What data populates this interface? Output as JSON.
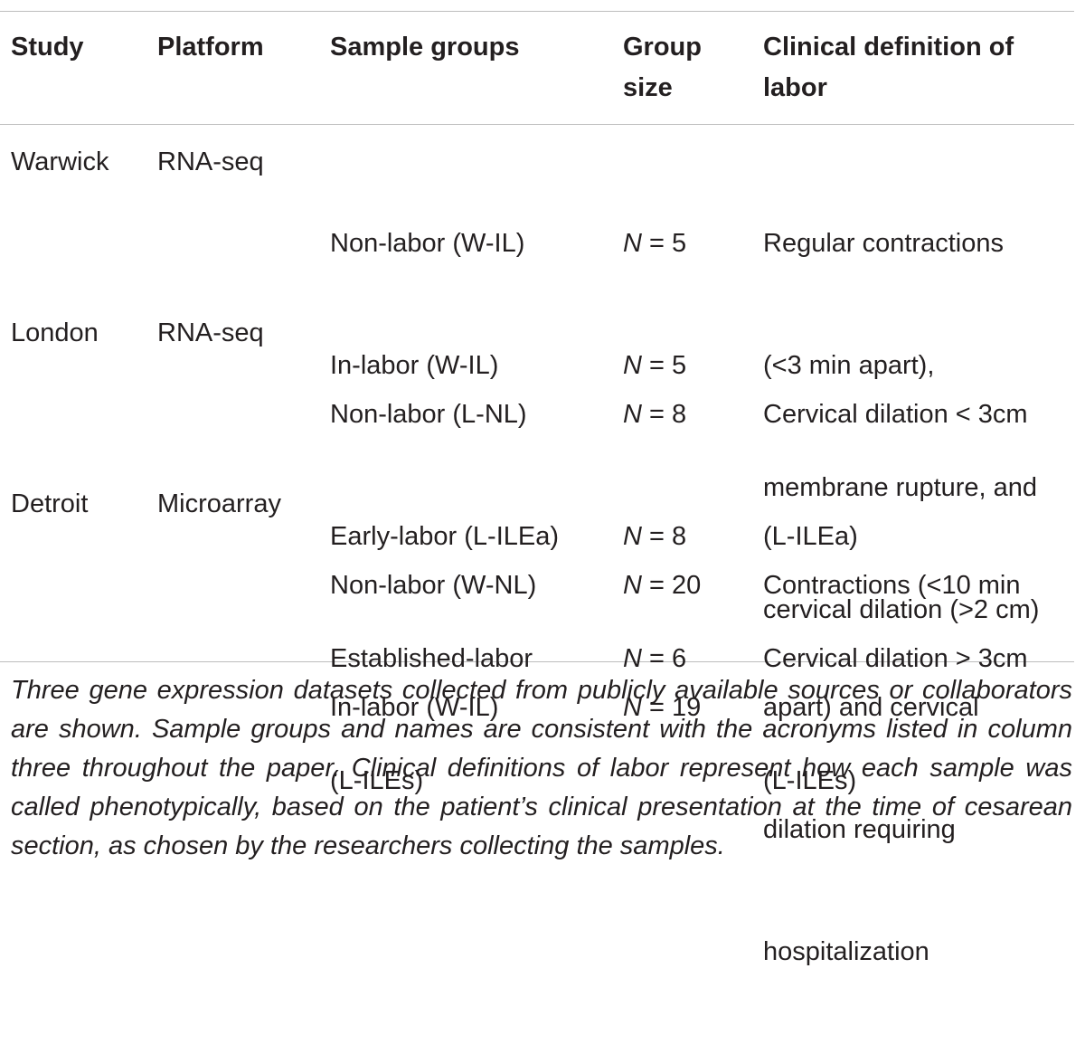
{
  "headers": {
    "study": "Study",
    "platform": "Platform",
    "sample_groups": "Sample groups",
    "group_size_line1": "Group",
    "group_size_line2": "size",
    "definition_line1": "Clinical definition of",
    "definition_line2": "labor"
  },
  "rows": [
    {
      "study": "Warwick",
      "platform": "RNA-seq",
      "groups": [
        "Non-labor (W-IL)",
        "In-labor (W-IL)"
      ],
      "sizes": [
        {
          "n": "N",
          "val": " = 5"
        },
        {
          "n": "N",
          "val": " = 5"
        }
      ],
      "definition": [
        "Regular contractions",
        "(<3 min apart),",
        "membrane rupture, and",
        "cervical dilation (>2 cm)"
      ]
    },
    {
      "study": "London",
      "platform": "RNA-seq",
      "groups": [
        "Non-labor (L-NL)",
        "Early-labor (L-ILEa)",
        "Established-labor",
        "(L-ILEs)"
      ],
      "sizes": [
        {
          "n": "N",
          "val": " = 8"
        },
        {
          "n": "N",
          "val": " = 8"
        },
        {
          "n": "N",
          "val": " = 6"
        }
      ],
      "definition": [
        "Cervical dilation < 3cm",
        "(L-ILEa)",
        "Cervical dilation > 3cm",
        "(L-ILEs)"
      ]
    },
    {
      "study": "Detroit",
      "platform": "Microarray",
      "groups": [
        "Non-labor (W-NL)",
        "In-labor (W-IL)"
      ],
      "sizes": [
        {
          "n": "N",
          "val": " = 20"
        },
        {
          "n": "N",
          "val": " = 19"
        }
      ],
      "definition": [
        "Contractions (<10 min",
        "apart) and cervical",
        "dilation requiring",
        "hospitalization"
      ]
    }
  ],
  "caption": "Three gene expression datasets collected from publicly available sources or collaborators are shown. Sample groups and names are consistent with the acronyms listed in column three throughout the paper. Clinical definitions of labor represent how each sample was called phenotypically, based on the patient’s clinical presentation at the time of cesarean section, as chosen by the researchers collecting the samples."
}
